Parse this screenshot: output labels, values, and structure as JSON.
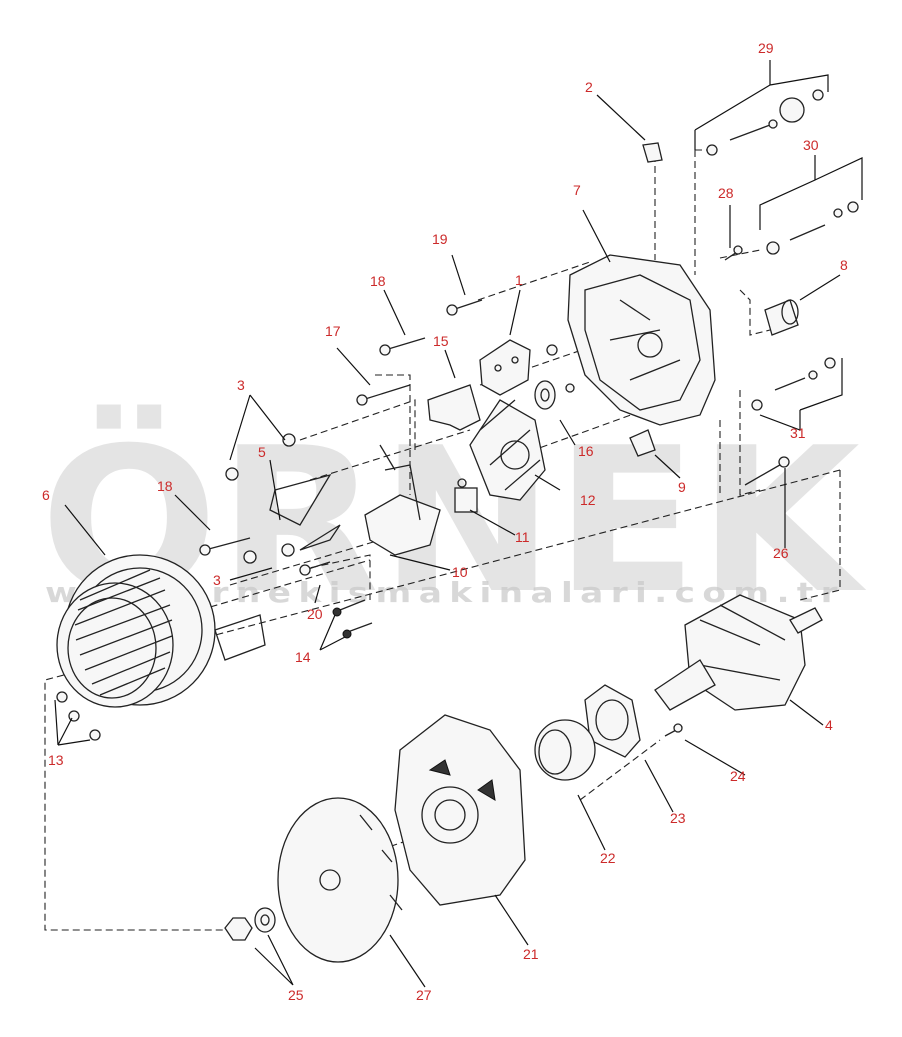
{
  "watermark": {
    "brand": "ÖRNEK",
    "url": "www.ornekismakinalari.com.tr",
    "accent_color": "#f2c400",
    "gray_color": "#c8c8c8"
  },
  "label_color": "#cc2a2a",
  "callouts": {
    "c1": "1",
    "c2": "2",
    "c3a": "3",
    "c3b": "3",
    "c4": "4",
    "c5": "5",
    "c6": "6",
    "c7": "7",
    "c8": "8",
    "c9": "9",
    "c10": "10",
    "c11": "11",
    "c12": "12",
    "c13": "13",
    "c14": "14",
    "c15": "15",
    "c16": "16",
    "c17": "17",
    "c18a": "18",
    "c18b": "18",
    "c19": "19",
    "c20": "20",
    "c21": "21",
    "c22": "22",
    "c23": "23",
    "c24": "24",
    "c25": "25",
    "c26": "26",
    "c27": "27",
    "c28": "28",
    "c29": "29",
    "c30": "30",
    "c31": "31"
  }
}
